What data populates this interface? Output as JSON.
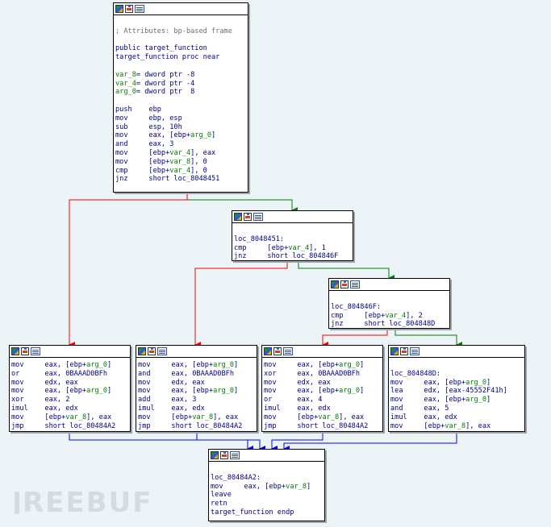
{
  "colors": {
    "background": "#ecf4f8",
    "text": "#00008b",
    "comment": "#6f6f6f",
    "reference": "#008000",
    "edge_true": "#008000",
    "edge_false": "#ff0000",
    "edge_unconditional": "#0000ff"
  },
  "node_header_icons": [
    "color-icon",
    "graph-icon",
    "text-icon"
  ],
  "nodes": {
    "entry": {
      "lines": [
        [
          {
            "t": " ",
            "c": "blank"
          }
        ],
        [
          {
            "t": "; Attributes: bp-based frame",
            "c": "comment"
          }
        ],
        [
          {
            "t": " ",
            "c": "blank"
          }
        ],
        [
          {
            "t": "public target_function"
          }
        ],
        [
          {
            "t": "target_function proc near"
          }
        ],
        [
          {
            "t": " ",
            "c": "blank"
          }
        ],
        [
          {
            "t": "var_8",
            "c": "ref"
          },
          {
            "t": "= dword ptr -8"
          }
        ],
        [
          {
            "t": "var_4",
            "c": "ref"
          },
          {
            "t": "= dword ptr -4"
          }
        ],
        [
          {
            "t": "arg_0",
            "c": "ref"
          },
          {
            "t": "= dword ptr  8"
          }
        ],
        [
          {
            "t": " ",
            "c": "blank"
          }
        ],
        [
          {
            "t": "push    ebp"
          }
        ],
        [
          {
            "t": "mov     ebp, esp"
          }
        ],
        [
          {
            "t": "sub     esp, 10h"
          }
        ],
        [
          {
            "t": "mov     eax, [ebp+"
          },
          {
            "t": "arg_0",
            "c": "ref"
          },
          {
            "t": "]"
          }
        ],
        [
          {
            "t": "and     eax, 3"
          }
        ],
        [
          {
            "t": "mov     [ebp+"
          },
          {
            "t": "var_4",
            "c": "ref"
          },
          {
            "t": "], eax"
          }
        ],
        [
          {
            "t": "mov     [ebp+"
          },
          {
            "t": "var_8",
            "c": "ref"
          },
          {
            "t": "], 0"
          }
        ],
        [
          {
            "t": "cmp     [ebp+"
          },
          {
            "t": "var_4",
            "c": "ref"
          },
          {
            "t": "], 0"
          }
        ],
        [
          {
            "t": "jnz     short loc_8048451"
          }
        ]
      ]
    },
    "loc_8048451": {
      "lines": [
        [
          {
            "t": " ",
            "c": "blank"
          }
        ],
        [
          {
            "t": "loc_8048451:"
          }
        ],
        [
          {
            "t": "cmp     [ebp+"
          },
          {
            "t": "var_4",
            "c": "ref"
          },
          {
            "t": "], 1"
          }
        ],
        [
          {
            "t": "jnz     short loc_804846F"
          }
        ]
      ]
    },
    "loc_804846F": {
      "lines": [
        [
          {
            "t": " ",
            "c": "blank"
          }
        ],
        [
          {
            "t": "loc_804846F:"
          }
        ],
        [
          {
            "t": "cmp     [ebp+"
          },
          {
            "t": "var_4",
            "c": "ref"
          },
          {
            "t": "], 2"
          }
        ],
        [
          {
            "t": "jnz     short loc_804848D"
          }
        ]
      ]
    },
    "case0": {
      "lines": [
        [
          {
            "t": "mov     eax, [ebp+"
          },
          {
            "t": "arg_0",
            "c": "ref"
          },
          {
            "t": "]"
          }
        ],
        [
          {
            "t": "or      eax, 0BAAAD0BFh"
          }
        ],
        [
          {
            "t": "mov     edx, eax"
          }
        ],
        [
          {
            "t": "mov     eax, [ebp+"
          },
          {
            "t": "arg_0",
            "c": "ref"
          },
          {
            "t": "]"
          }
        ],
        [
          {
            "t": "xor     eax, 2"
          }
        ],
        [
          {
            "t": "imul    eax, edx"
          }
        ],
        [
          {
            "t": "mov     [ebp+"
          },
          {
            "t": "var_8",
            "c": "ref"
          },
          {
            "t": "], eax"
          }
        ],
        [
          {
            "t": "jmp     short loc_80484A2"
          }
        ]
      ]
    },
    "case1": {
      "lines": [
        [
          {
            "t": "mov     eax, [ebp+"
          },
          {
            "t": "arg_0",
            "c": "ref"
          },
          {
            "t": "]"
          }
        ],
        [
          {
            "t": "and     eax, 0BAAAD0BFh"
          }
        ],
        [
          {
            "t": "mov     edx, eax"
          }
        ],
        [
          {
            "t": "mov     eax, [ebp+"
          },
          {
            "t": "arg_0",
            "c": "ref"
          },
          {
            "t": "]"
          }
        ],
        [
          {
            "t": "add     eax, 3"
          }
        ],
        [
          {
            "t": "imul    eax, edx"
          }
        ],
        [
          {
            "t": "mov     [ebp+"
          },
          {
            "t": "var_8",
            "c": "ref"
          },
          {
            "t": "], eax"
          }
        ],
        [
          {
            "t": "jmp     short loc_80484A2"
          }
        ]
      ]
    },
    "case2": {
      "lines": [
        [
          {
            "t": "mov     eax, [ebp+"
          },
          {
            "t": "arg_0",
            "c": "ref"
          },
          {
            "t": "]"
          }
        ],
        [
          {
            "t": "xor     eax, 0BAAAD0BFh"
          }
        ],
        [
          {
            "t": "mov     edx, eax"
          }
        ],
        [
          {
            "t": "mov     eax, [ebp+"
          },
          {
            "t": "arg_0",
            "c": "ref"
          },
          {
            "t": "]"
          }
        ],
        [
          {
            "t": "or      eax, 4"
          }
        ],
        [
          {
            "t": "imul    eax, edx"
          }
        ],
        [
          {
            "t": "mov     [ebp+"
          },
          {
            "t": "var_8",
            "c": "ref"
          },
          {
            "t": "], eax"
          }
        ],
        [
          {
            "t": "jmp     short loc_80484A2"
          }
        ]
      ]
    },
    "loc_804848D": {
      "lines": [
        [
          {
            "t": " ",
            "c": "blank"
          }
        ],
        [
          {
            "t": "loc_804848D:"
          }
        ],
        [
          {
            "t": "mov     eax, [ebp+"
          },
          {
            "t": "arg_0",
            "c": "ref"
          },
          {
            "t": "]"
          }
        ],
        [
          {
            "t": "lea     edx, [eax-45552F41h]"
          }
        ],
        [
          {
            "t": "mov     eax, [ebp+"
          },
          {
            "t": "arg_0",
            "c": "ref"
          },
          {
            "t": "]"
          }
        ],
        [
          {
            "t": "and     eax, 5"
          }
        ],
        [
          {
            "t": "imul    eax, edx"
          }
        ],
        [
          {
            "t": "mov     [ebp+"
          },
          {
            "t": "var_8",
            "c": "ref"
          },
          {
            "t": "], eax"
          }
        ]
      ]
    },
    "loc_80484A2": {
      "lines": [
        [
          {
            "t": " ",
            "c": "blank"
          }
        ],
        [
          {
            "t": "loc_80484A2:"
          }
        ],
        [
          {
            "t": "mov     eax, [ebp+"
          },
          {
            "t": "var_8",
            "c": "ref"
          },
          {
            "t": "]"
          }
        ],
        [
          {
            "t": "leave"
          }
        ],
        [
          {
            "t": "retn"
          }
        ],
        [
          {
            "t": "target_function endp"
          }
        ]
      ]
    }
  },
  "edges": [
    {
      "from": "entry",
      "to": "loc_8048451",
      "kind": "true"
    },
    {
      "from": "entry",
      "to": "case0",
      "kind": "false"
    },
    {
      "from": "loc_8048451",
      "to": "loc_804846F",
      "kind": "true"
    },
    {
      "from": "loc_8048451",
      "to": "case1",
      "kind": "false"
    },
    {
      "from": "loc_804846F",
      "to": "loc_804848D",
      "kind": "true"
    },
    {
      "from": "loc_804846F",
      "to": "case2",
      "kind": "false"
    },
    {
      "from": "case0",
      "to": "loc_80484A2",
      "kind": "unconditional"
    },
    {
      "from": "case1",
      "to": "loc_80484A2",
      "kind": "unconditional"
    },
    {
      "from": "case2",
      "to": "loc_80484A2",
      "kind": "unconditional"
    },
    {
      "from": "loc_804848D",
      "to": "loc_80484A2",
      "kind": "unconditional"
    }
  ],
  "watermark": {
    "text": "REEBUF"
  }
}
